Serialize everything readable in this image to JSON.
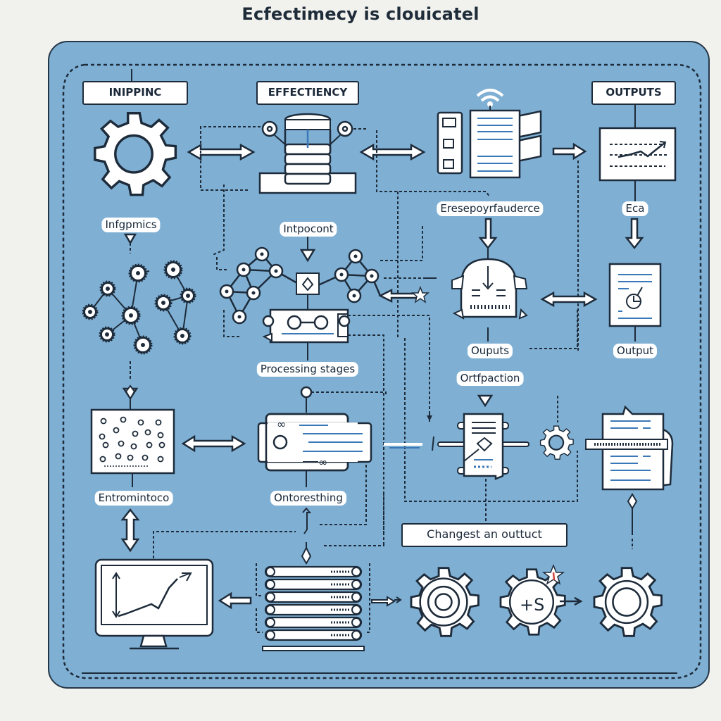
{
  "title": "Ecfectimecy is clouicatel",
  "headers": {
    "inputs": "INIPPINC",
    "efficiency": "EFFECTIENCY",
    "outputs": "OUTPUTS"
  },
  "labels": {
    "infographics": "Infgpmics",
    "inputcont": "Intpocont",
    "erasepory": "Eresepoyrfauderce",
    "eca": "Eca",
    "processing": "Processing stages",
    "outputs": "Ouputs",
    "ortpaction": "Ortfpaction",
    "output": "Output",
    "environment": "Entromintoco",
    "ontoresthing": "Ontoresthing",
    "change": "Changest an outtuct"
  },
  "gear_badge": "+S",
  "colors": {
    "panel": "#7fb0d4",
    "background": "#f1f1ee",
    "ink": "#1d2b3a",
    "accent_line": "#3a78b8",
    "star_red": "#d0453b"
  },
  "icons": [
    "gear-icon",
    "database-press-icon",
    "wifi-icon",
    "document-stack-icon",
    "trend-chart-icon",
    "network-graph-icon",
    "robot-module-icon",
    "scanner-icon",
    "report-document-icon",
    "scatter-board-icon",
    "server-card-icon",
    "output-document-icon",
    "monitor-chart-icon",
    "rack-stack-icon",
    "target-gear-icon",
    "dollar-gear-icon",
    "ring-gear-icon"
  ]
}
